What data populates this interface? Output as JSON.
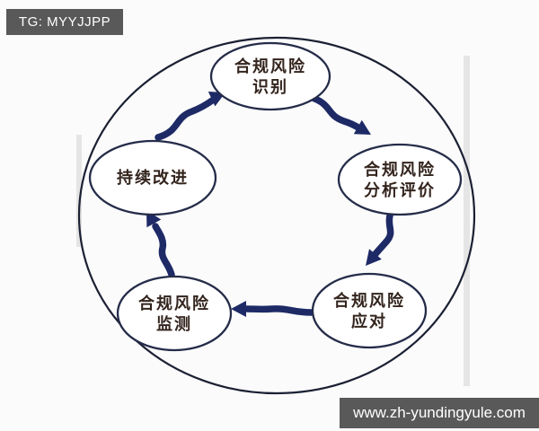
{
  "watermarks": {
    "top_left": {
      "text": "TG: MYYJJPP",
      "bg_color": "#595959",
      "text_color": "#ffffff"
    },
    "bottom_right": {
      "text": "www.zh-yundingyule.com",
      "bg_color": "#595959",
      "text_color": "#ffffff"
    }
  },
  "diagram": {
    "type": "cycle",
    "colors": {
      "arrow": "#1e2a66",
      "outer_circle": "#1b2033",
      "node_border": "#252c49",
      "node_fill": "#ffffff",
      "node_text": "#33241d",
      "artifact_gray": "#c9c9c9"
    },
    "nodes": {
      "identify": {
        "line1": "合规风险",
        "line2": "识别"
      },
      "analyze": {
        "line1": "合规风险",
        "line2": "分析评价"
      },
      "respond": {
        "line1": "合规风险",
        "line2": "应对"
      },
      "monitor": {
        "line1": "合规风险",
        "line2": "监测"
      },
      "improve": {
        "line1": "持续改进"
      }
    },
    "flow": [
      "合规风险识别",
      "合规风险分析评价",
      "合规风险应对",
      "合规风险监测",
      "持续改进"
    ]
  }
}
